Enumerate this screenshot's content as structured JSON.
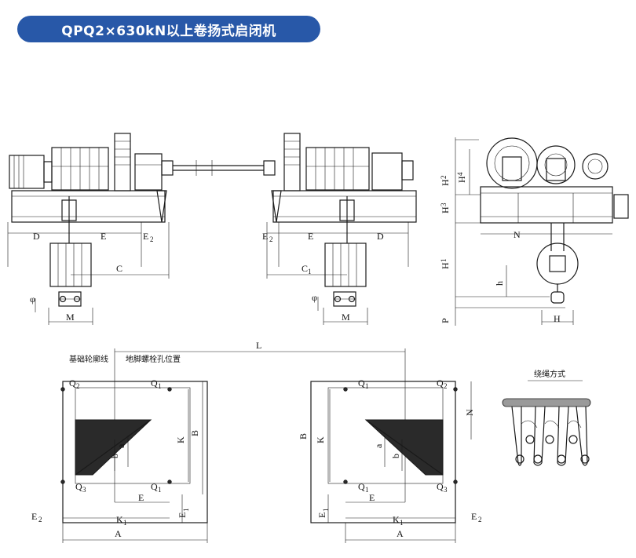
{
  "title": "QPQ2×630kN以上卷扬式启闭机",
  "labels": {
    "front_left": {
      "D": "D",
      "E": "E",
      "E2": "E",
      "E2_sub": "2",
      "C": "C",
      "phi": "φ",
      "M": "M"
    },
    "front_right": {
      "E2": "E",
      "E2_sub": "2",
      "E": "E",
      "D": "D",
      "C1": "C",
      "C1_sub": "1",
      "phi": "φ",
      "M": "M"
    },
    "side": {
      "H2": "H",
      "H2_sub": "2",
      "H3": "H",
      "H3_sub": "3",
      "H4": "H",
      "H4_sub": "4",
      "N": "N",
      "H1": "H",
      "H1_sub": "1",
      "h": "h",
      "P": "P",
      "H": "H"
    },
    "plan_common": {
      "L": "L",
      "foundation_line": "基础轮廓线",
      "anchor_hole": "地脚螺栓孔位置"
    },
    "plan_left": {
      "Q2": "Q",
      "Q2_sub": "2",
      "Q1": "Q",
      "Q1_sub": "1",
      "Q3": "Q",
      "Q3_sub": "3",
      "Q4": "Q",
      "Q4_sub": "1",
      "K": "K",
      "B": "B",
      "a": "a",
      "b": "b",
      "E": "E",
      "E1": "E",
      "E1_sub": "1",
      "E2": "E",
      "E2_sub": "2",
      "K1": "K",
      "K1_sub": "1",
      "A": "A"
    },
    "plan_right": {
      "Q1": "Q",
      "Q1_sub": "1",
      "Q2": "Q",
      "Q2_sub": "2",
      "Q3": "Q",
      "Q3_sub": "1",
      "Q4": "Q",
      "Q4_sub": "3",
      "N": "N",
      "B": "B",
      "K": "K",
      "a": "a",
      "b": "b",
      "E": "E",
      "E1": "E",
      "E1_sub": "1",
      "E2": "E",
      "E2_sub": "2",
      "K1": "K",
      "K1_sub": "1",
      "A": "A"
    },
    "rope_title": "绕绳方式"
  }
}
